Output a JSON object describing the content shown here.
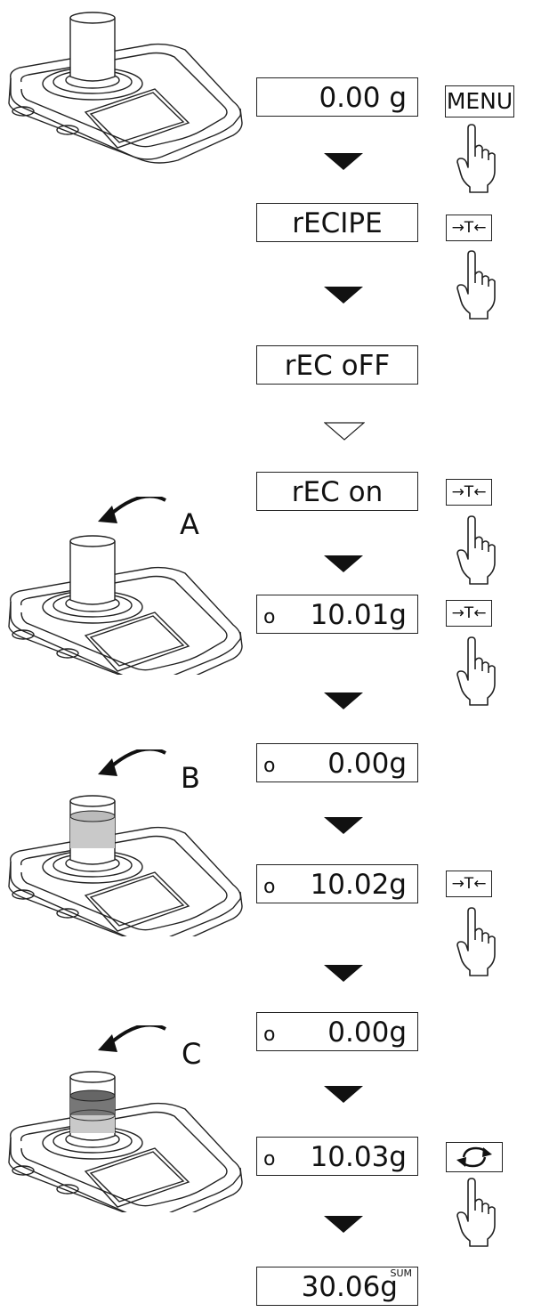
{
  "displays": {
    "d1": "0.00 g",
    "d2": "rECIPE",
    "d3": "rEC oFF",
    "d4": "rEC on",
    "d5": "10.01g",
    "d6": "0.00g",
    "d7": "10.02g",
    "d8": "0.00g",
    "d9": "10.03g",
    "d10": "30.06g",
    "mark": "o",
    "sum": "SUM"
  },
  "keys": {
    "menu": "MENU",
    "tare": "→T←"
  },
  "steps": {
    "a": "A",
    "b": "B",
    "c": "C"
  }
}
